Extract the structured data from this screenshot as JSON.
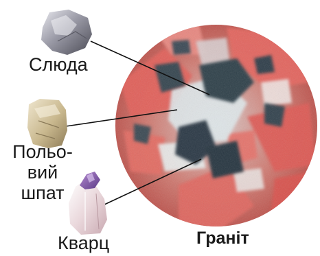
{
  "title": "Граніт",
  "minerals": [
    {
      "id": "mica",
      "label": "Слюда"
    },
    {
      "id": "feldspar",
      "label_lines": [
        "Польо-",
        "вий",
        "шпат"
      ]
    },
    {
      "id": "quartz",
      "label": "Кварц"
    }
  ],
  "colors": {
    "granite_pink": "#e0625c",
    "granite_dark": "#2f3f4a",
    "granite_light": "#dfe7ea",
    "leader_line": "#111111",
    "text": "#1a1a1a"
  }
}
